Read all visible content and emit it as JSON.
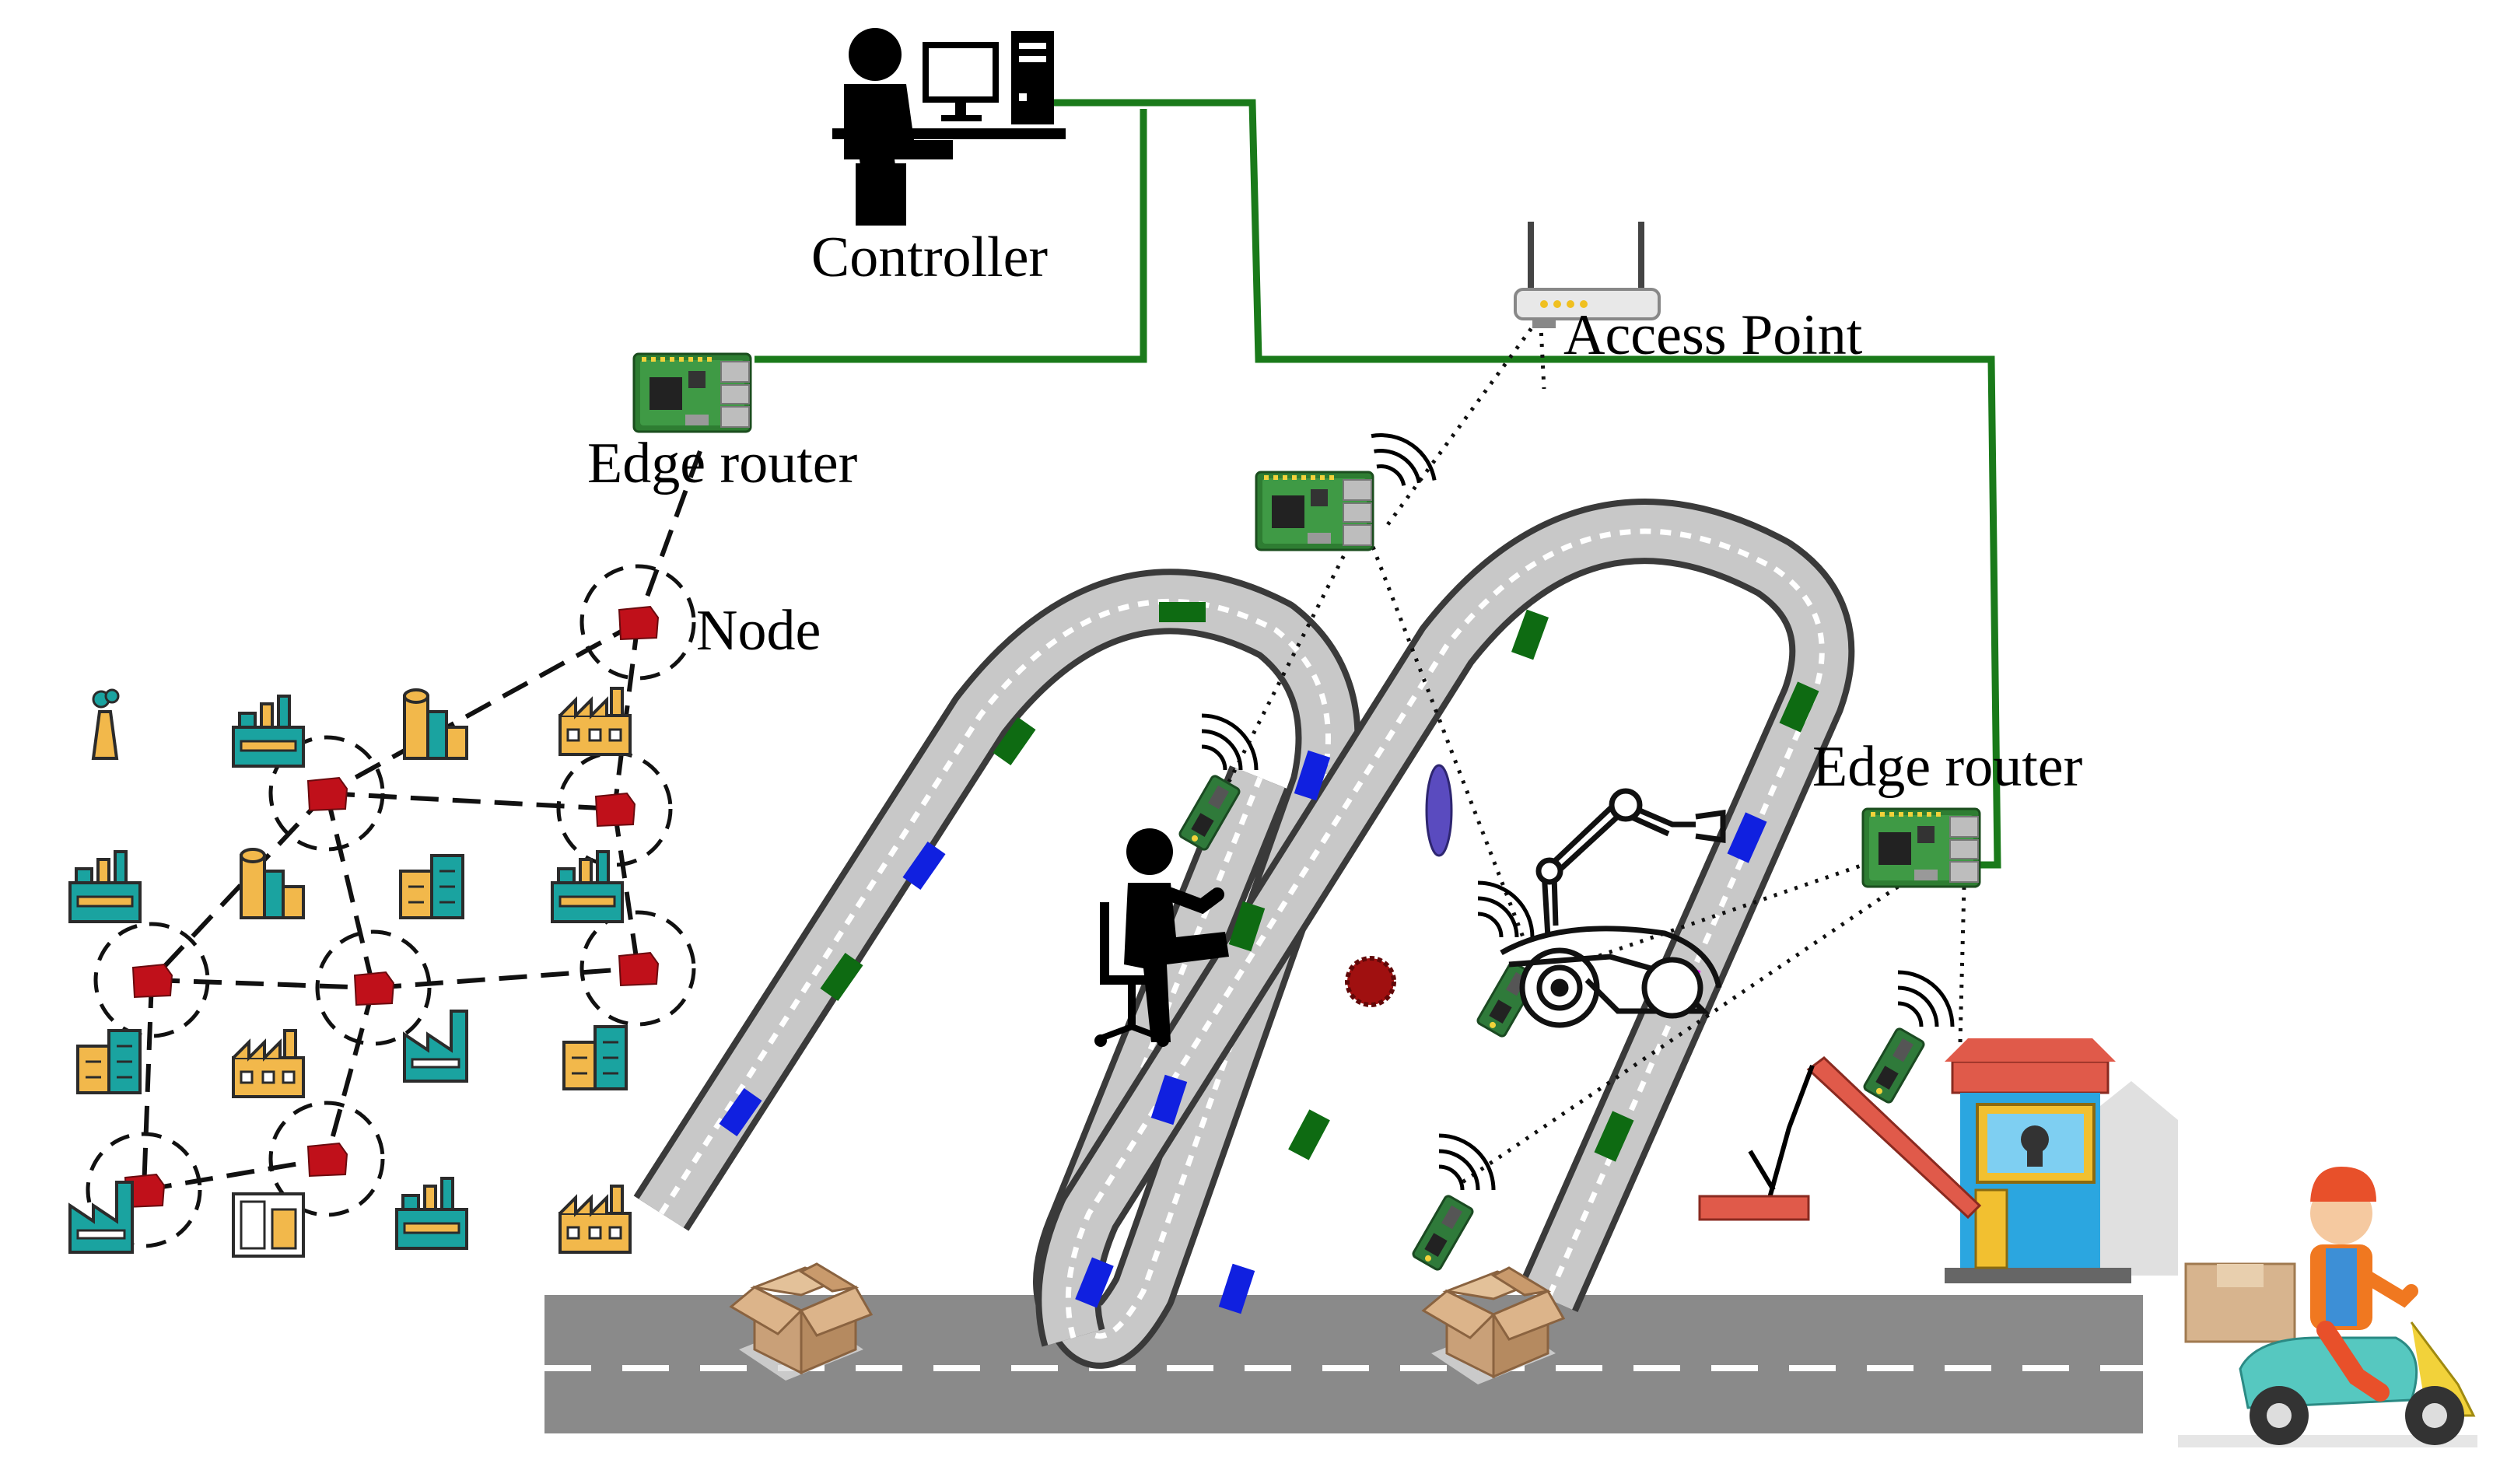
{
  "labels": {
    "controller": "Controller",
    "access_point": "Access Point",
    "edge_router_left": "Edge router",
    "edge_router_right": "Edge router",
    "node": "Node"
  },
  "colors": {
    "wired_link": "#1a7a1a",
    "mesh_link": "#111111",
    "node_marker": "#c0101a",
    "track_fill": "#c8c8c8",
    "track_border": "#3a3a3a",
    "road": "#8a8a8a",
    "tag_green": "#0e6b12",
    "tag_blue": "#1020e0",
    "tag_magenta": "#ff10ff",
    "tag_purple": "#5a4bbf",
    "tag_darkred": "#a01010",
    "factory_teal": "#1aa3a0",
    "factory_yellow": "#f2b84b",
    "booth_blue": "#2ba6e0",
    "booth_red": "#e05a4a"
  },
  "icons": [
    "controller-person-icon",
    "computer-icon",
    "access-point-icon",
    "edge-router-board-icon",
    "sensor-board-icon",
    "seated-worker-icon",
    "robot-arm-icon",
    "factory-icon",
    "cardboard-box-icon",
    "toll-booth-icon",
    "barrier-gate-icon",
    "delivery-scooter-icon",
    "wireless-signal-icon"
  ]
}
